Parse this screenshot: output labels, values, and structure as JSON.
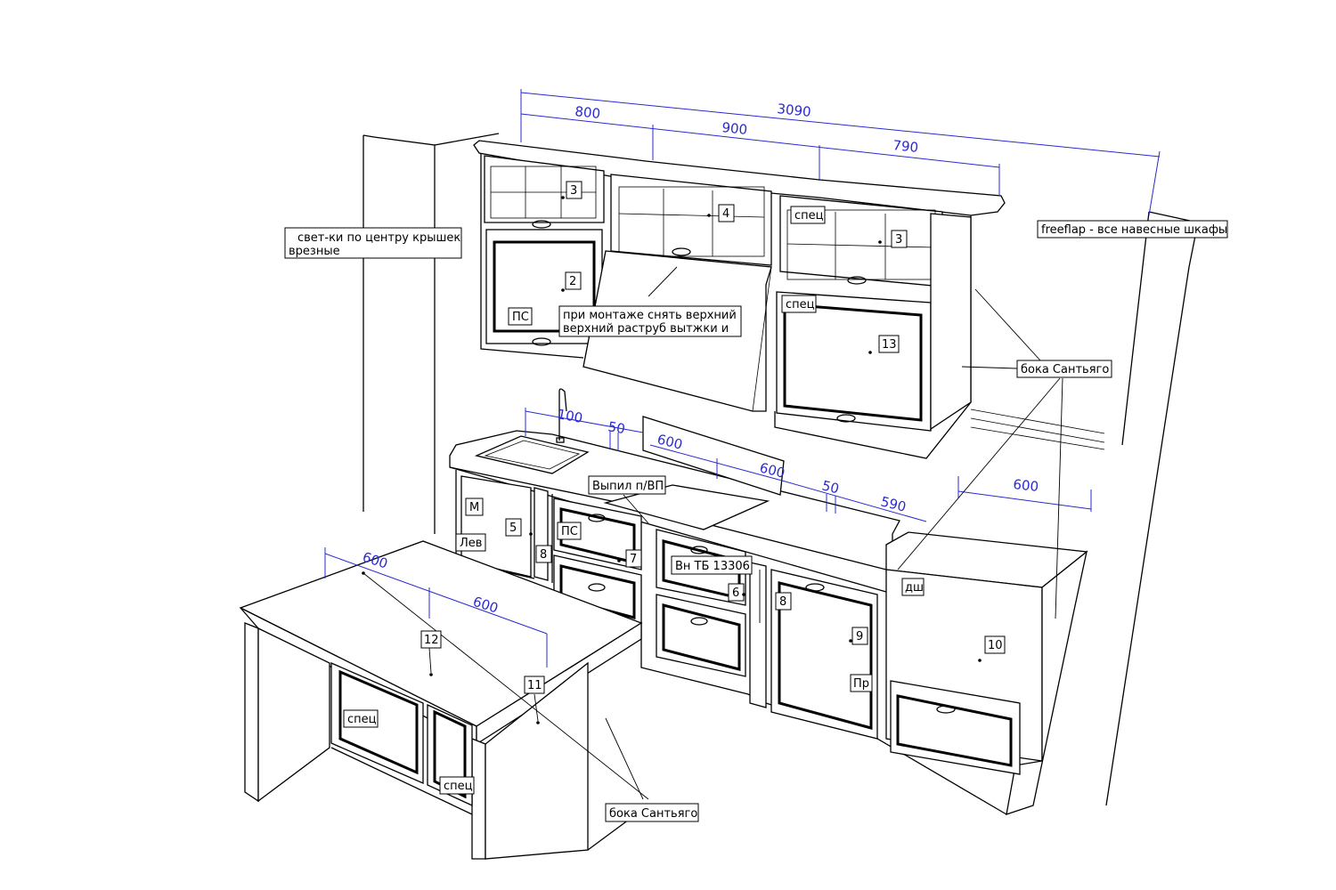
{
  "colors": {
    "lines": "#000000",
    "dimensions": "#2a2ad0",
    "background": "#ffffff"
  },
  "dimensions": {
    "total_width": "3090",
    "upper_1": "800",
    "upper_2": "900",
    "upper_3": "790",
    "sink_offset": "100",
    "gap_left": "50",
    "panel_width": "600",
    "panel_depth": "600",
    "gap_right": "50",
    "base_run": "590",
    "tall_depth": "600",
    "island_depth": "600",
    "island_width": "600"
  },
  "notes": {
    "lights": [
      "свет-ки по центру крышек",
      "врезные"
    ],
    "freeflap": "freeflap - все навесные шкафы",
    "hood": [
      "при монтаже снять верхний",
      "верхний раструб вытжки и"
    ],
    "sides_upper": "бока Сантьяго",
    "sides_island": "бока Сантьяго",
    "cutout": "Выпил п/ВП",
    "built_in": "Вн ТБ 13306"
  },
  "tags": {
    "m": "М",
    "lev": "Лев",
    "ps_upper": "ПС",
    "ps_base": "ПС",
    "spec_upper_top": "спец",
    "spec_upper_mid": "спец",
    "spec_island_left": "спец",
    "spec_island_right": "спец",
    "dw": "дш",
    "pr": "Пр"
  },
  "numbers": {
    "n3a": "3",
    "n4": "4",
    "n3b": "3",
    "n2": "2",
    "n13": "13",
    "n5": "5",
    "n8a": "8",
    "n7": "7",
    "n6": "6",
    "n8b": "8",
    "n9": "9",
    "n10": "10",
    "n12": "12",
    "n11": "11"
  }
}
